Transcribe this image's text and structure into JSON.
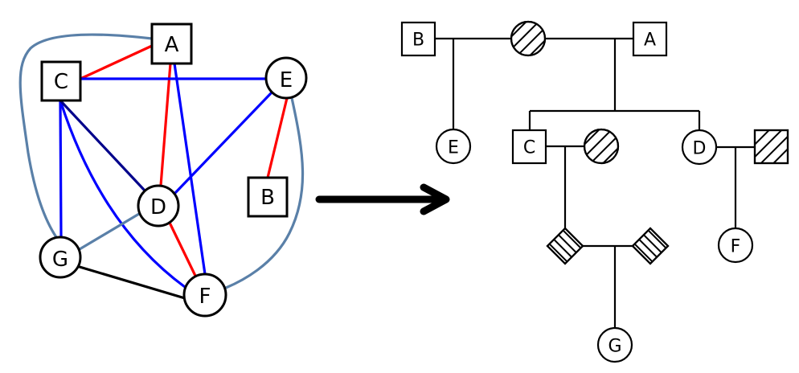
{
  "colors": {
    "red": "#ff0000",
    "blue": "#0000ff",
    "navy": "#00008b",
    "steel": "#5a80a8",
    "black": "#000000"
  },
  "graph": {
    "nodes": [
      {
        "id": "A",
        "label": "A",
        "shape": "square"
      },
      {
        "id": "B",
        "label": "B",
        "shape": "square"
      },
      {
        "id": "C",
        "label": "C",
        "shape": "square"
      },
      {
        "id": "D",
        "label": "D",
        "shape": "circle"
      },
      {
        "id": "E",
        "label": "E",
        "shape": "circle"
      },
      {
        "id": "F",
        "label": "F",
        "shape": "circle"
      },
      {
        "id": "G",
        "label": "G",
        "shape": "circle"
      }
    ],
    "edges": [
      {
        "from": "C",
        "to": "A",
        "color": "red"
      },
      {
        "from": "A",
        "to": "D",
        "color": "red"
      },
      {
        "from": "E",
        "to": "B",
        "color": "red"
      },
      {
        "from": "D",
        "to": "F",
        "color": "red"
      },
      {
        "from": "C",
        "to": "E",
        "color": "blue"
      },
      {
        "from": "A",
        "to": "F",
        "color": "blue"
      },
      {
        "from": "E",
        "to": "D",
        "color": "blue"
      },
      {
        "from": "C",
        "to": "G",
        "color": "blue"
      },
      {
        "from": "C",
        "to": "F",
        "color": "blue",
        "curved": true
      },
      {
        "from": "C",
        "to": "D",
        "color": "navy"
      },
      {
        "from": "G",
        "to": "D",
        "color": "steel"
      },
      {
        "from": "A",
        "to": "G",
        "color": "steel",
        "curved": true
      },
      {
        "from": "E",
        "to": "F",
        "color": "steel",
        "curved": true
      },
      {
        "from": "G",
        "to": "F",
        "color": "black"
      }
    ]
  },
  "arrow": {
    "direction": "right"
  },
  "pedigree": {
    "individuals": [
      {
        "id": "B",
        "label": "B",
        "shape": "square",
        "hatched": false
      },
      {
        "id": "spouse1",
        "label": "",
        "shape": "circle",
        "hatched": true
      },
      {
        "id": "A",
        "label": "A",
        "shape": "square",
        "hatched": false
      },
      {
        "id": "E",
        "label": "E",
        "shape": "circle",
        "hatched": false
      },
      {
        "id": "C",
        "label": "C",
        "shape": "square",
        "hatched": false
      },
      {
        "id": "spouse2",
        "label": "",
        "shape": "circle",
        "hatched": true
      },
      {
        "id": "D",
        "label": "D",
        "shape": "circle",
        "hatched": false
      },
      {
        "id": "spouse3",
        "label": "",
        "shape": "square",
        "hatched": true
      },
      {
        "id": "unk1",
        "label": "",
        "shape": "diamond",
        "hatched": true
      },
      {
        "id": "unk2",
        "label": "",
        "shape": "diamond",
        "hatched": true
      },
      {
        "id": "F",
        "label": "F",
        "shape": "circle",
        "hatched": false
      },
      {
        "id": "G",
        "label": "G",
        "shape": "circle",
        "hatched": false
      }
    ]
  }
}
